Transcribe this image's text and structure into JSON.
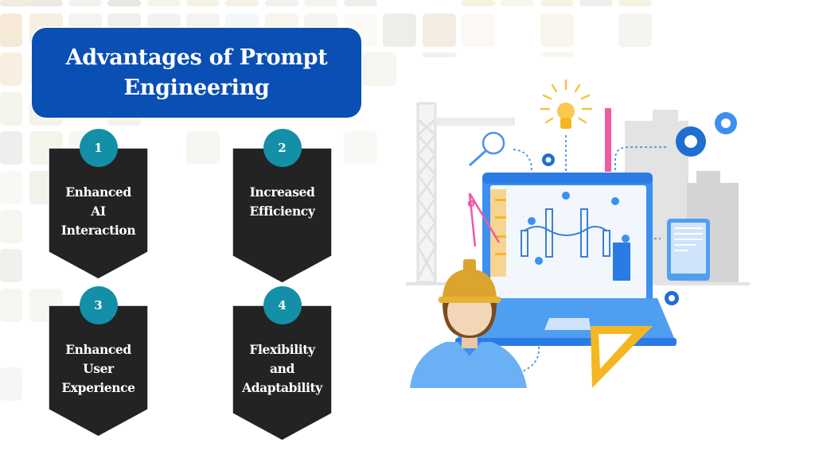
{
  "slide": {
    "title_lines": [
      "Advantages of Prompt",
      "Engineering"
    ],
    "colors": {
      "title_bg": "#0a4fb3",
      "card_bg": "#232323",
      "badge_bg": "#148fa8",
      "text": "#ffffff",
      "illustration_blue": "#3d8ff0",
      "illustration_yellow": "#f4b722",
      "illustration_pink": "#ee5aa3"
    }
  },
  "cards": [
    {
      "number": "1",
      "lines": [
        "Enhanced",
        "AI",
        "Interaction"
      ]
    },
    {
      "number": "2",
      "lines": [
        "Increased",
        "Efficiency"
      ]
    },
    {
      "number": "3",
      "lines": [
        "Enhanced",
        "User",
        "Experience"
      ]
    },
    {
      "number": "4",
      "lines": [
        "Flexibility",
        "and",
        "Adaptability"
      ]
    }
  ],
  "illustration": {
    "subject": "engineer-with-laptop-blueprint",
    "icons": [
      "lightbulb-icon",
      "gear-icon",
      "magnifier-icon",
      "compass-icon",
      "set-square-icon",
      "tablet-icon",
      "hard-hat-icon",
      "crane-icon"
    ]
  }
}
